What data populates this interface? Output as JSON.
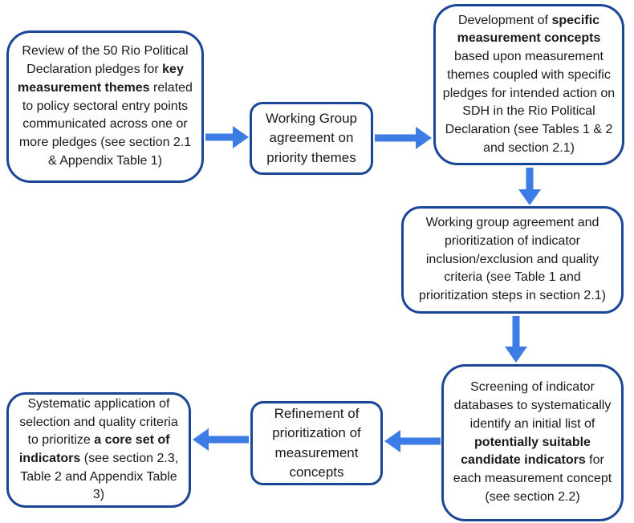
{
  "colors": {
    "box_border": "#1b4596",
    "arrow": "#3d7ce4",
    "text": "#1a1a1a",
    "background": "#ffffff"
  },
  "boxes": [
    {
      "id": "review-pledges",
      "segments": [
        {
          "text": "Review of the 50 Rio Political Declaration pledges for ",
          "bold": false
        },
        {
          "text": "key measurement themes",
          "bold": true
        },
        {
          "text": " related to policy sectoral entry points communicated across one or more pledges (see section 2.1 & Appendix Table 1)",
          "bold": false
        }
      ]
    },
    {
      "id": "working-group-priority-themes",
      "segments": [
        {
          "text": "Working Group agreement on priority themes",
          "bold": false
        }
      ]
    },
    {
      "id": "development-measurement-concepts",
      "segments": [
        {
          "text": "Development of ",
          "bold": false
        },
        {
          "text": "specific measurement concepts",
          "bold": true
        },
        {
          "text": " based upon measurement themes coupled with specific pledges for intended action on SDH in the Rio Political Declaration (see Tables 1 & 2 and section 2.1)",
          "bold": false
        }
      ]
    },
    {
      "id": "working-group-prioritization",
      "segments": [
        {
          "text": "Working group agreement and prioritization of indicator inclusion/exclusion and quality criteria (see Table 1 and prioritization steps in section 2.1)",
          "bold": false
        }
      ]
    },
    {
      "id": "screening-indicator-databases",
      "segments": [
        {
          "text": "Screening of indicator databases to systematically identify an initial list of ",
          "bold": false
        },
        {
          "text": "potentially suitable candidate indicators",
          "bold": true
        },
        {
          "text": " for each measurement concept (see section 2.2)",
          "bold": false
        }
      ]
    },
    {
      "id": "refinement-measurement-concepts",
      "segments": [
        {
          "text": "Refinement of prioritization of measurement concepts",
          "bold": false
        }
      ]
    },
    {
      "id": "systematic-application-core-set",
      "segments": [
        {
          "text": "Systematic application of selection and quality criteria to prioritize ",
          "bold": false
        },
        {
          "text": "a core set of indicators",
          "bold": true
        },
        {
          "text": " (see section 2.3, Table 2 and Appendix Table 3)",
          "bold": false
        }
      ]
    }
  ],
  "arrows": [
    {
      "from": "review-pledges",
      "to": "working-group-priority-themes",
      "direction": "right"
    },
    {
      "from": "working-group-priority-themes",
      "to": "development-measurement-concepts",
      "direction": "right"
    },
    {
      "from": "development-measurement-concepts",
      "to": "working-group-prioritization",
      "direction": "down"
    },
    {
      "from": "working-group-prioritization",
      "to": "screening-indicator-databases",
      "direction": "down"
    },
    {
      "from": "screening-indicator-databases",
      "to": "refinement-measurement-concepts",
      "direction": "left"
    },
    {
      "from": "refinement-measurement-concepts",
      "to": "systematic-application-core-set",
      "direction": "left"
    }
  ]
}
